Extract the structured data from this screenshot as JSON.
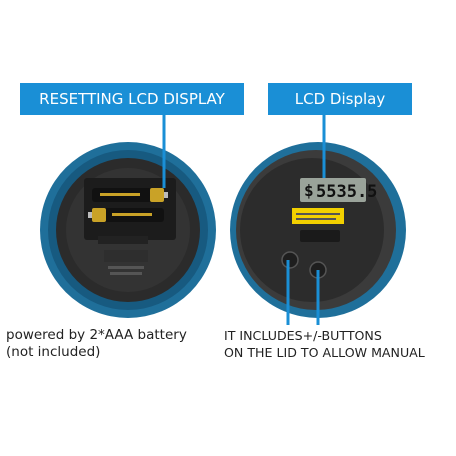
{
  "labels": {
    "left_title": "RESETTING LCD DISPLAY",
    "right_title": "LCD Display"
  },
  "captions": {
    "left_line1": "powered by 2*AAA battery",
    "left_line2": "(not included)",
    "right_line1": "IT INCLUDES+/-BUTTONS",
    "right_line2": "ON THE LID TO ALLOW MANUAL"
  },
  "display": {
    "currency_symbol": "$",
    "value": "5535.5"
  },
  "colors": {
    "accent": "#1a8fd6",
    "rim": "#1f6f9a",
    "lid": "#2a2a2a",
    "battery_gold": "#c9a227"
  }
}
